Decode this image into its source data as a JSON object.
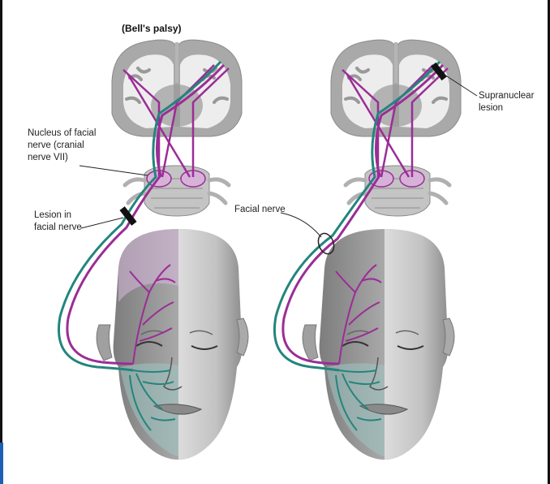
{
  "title": "(Bell's palsy)",
  "labels": {
    "nucleus": [
      "Nucleus of facial",
      "nerve (cranial",
      "nerve VII)"
    ],
    "lesion_facial": [
      "Lesion in",
      "facial nerve"
    ],
    "facial_nerve": "Facial nerve",
    "supranuclear": [
      "Supranuclear",
      "lesion"
    ]
  },
  "colors": {
    "brain_gray": "#a9a9a9",
    "white_matter": "#ededed",
    "upper_motor_path": "#9b2d96",
    "lower_motor_path": "#23857d",
    "paralysis_purple": "#d8b8dc",
    "paralysis_teal": "#9fc7c2",
    "lesion_block": "#111111"
  }
}
